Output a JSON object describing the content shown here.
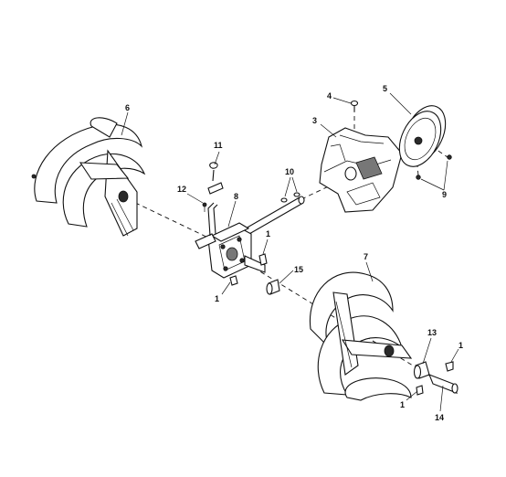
{
  "callouts": {
    "n1_top": "1",
    "n1_left": "1",
    "n1_right": "1",
    "n1_bottom": "1",
    "n3": "3",
    "n4": "4",
    "n5": "5",
    "n6": "6",
    "n7": "7",
    "n8": "8",
    "n9": "9",
    "n10": "10",
    "n11": "11",
    "n12": "12",
    "n13": "13",
    "n14": "14",
    "n15": "15"
  }
}
